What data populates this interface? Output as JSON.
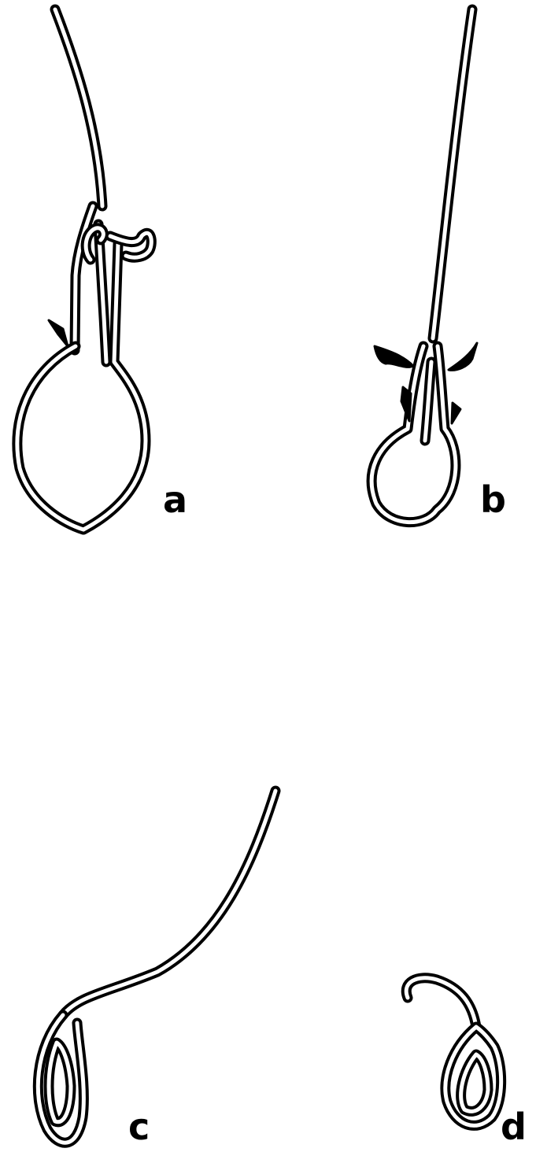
{
  "figure": {
    "panels": [
      {
        "label": "a",
        "icon": "hair-root-bulb-large-icon"
      },
      {
        "label": "b",
        "icon": "hair-root-bulb-small-icon"
      },
      {
        "label": "c",
        "icon": "hair-root-curved-icon"
      },
      {
        "label": "d",
        "icon": "hair-root-hooked-icon"
      }
    ],
    "colors": {
      "line": "#000000",
      "background": "#ffffff"
    }
  }
}
